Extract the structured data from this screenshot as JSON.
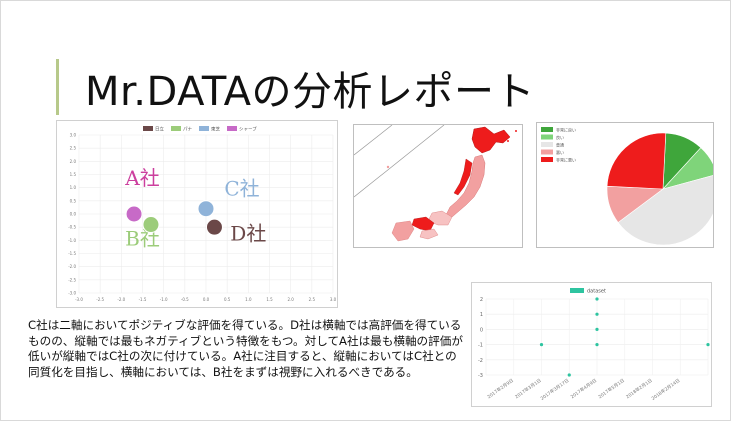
{
  "slide": {
    "title": "Mr.DATAの分析レポート",
    "analysis_text": "C社は二軸においてポジティブな評価を得ている。D社は横軸では高評価を得ているものの、縦軸では最もネガティブという特徴をもつ。対してA社は最も横軸の評価が低いが縦軸ではC社の次に付けている。A社に注目すると、縦軸においてはC社との同質化を目指し、横軸においては、B社をまずは視野に入れるべきである。"
  },
  "colors": {
    "accent_bar": "#b7c98a",
    "company_a": "#cc3f9e",
    "company_b": "#9ccc7a",
    "company_c": "#8fb3d9",
    "company_d": "#6b4848"
  },
  "chart_data": [
    {
      "type": "scatter",
      "subtype": "bubble",
      "legend_position": "top",
      "legend": [
        "日立",
        "パナ",
        "東芝",
        "シャープ"
      ],
      "series": [
        {
          "name": "日立",
          "values": [
            {
              "x": 0.2,
              "y": -0.5
            }
          ],
          "color": "#6b4848"
        },
        {
          "name": "パナ",
          "values": [
            {
              "x": -1.3,
              "y": -0.4
            }
          ],
          "color": "#9ccc7a"
        },
        {
          "name": "東芝",
          "values": [
            {
              "x": 0.0,
              "y": 0.2
            }
          ],
          "color": "#8fb3d9"
        },
        {
          "name": "シャープ",
          "values": [
            {
              "x": -1.7,
              "y": 0.0
            }
          ],
          "color": "#c76ac7"
        }
      ],
      "xlim": [
        -3.0,
        3.0
      ],
      "ylim": [
        -3.0,
        3.0
      ],
      "xticks": [
        "-3.0",
        "-2.5",
        "-2.0",
        "-1.5",
        "-1.0",
        "-0.5",
        "0.0",
        "0.5",
        "1.0",
        "1.5",
        "2.0",
        "2.5",
        "3.0"
      ],
      "yticks": [
        "3.0",
        "2.5",
        "2.0",
        "1.5",
        "1.0",
        "0.5",
        "0.0",
        "-0.5",
        "-1.0",
        "-1.5",
        "-2.0",
        "-2.5",
        "-3.0"
      ],
      "annotations": [
        {
          "text": "A社",
          "x": -1.5,
          "y": 1.1,
          "color": "#cc3f9e"
        },
        {
          "text": "B社",
          "x": -1.5,
          "y": -1.2,
          "color": "#9ccc7a"
        },
        {
          "text": "C社",
          "x": 0.85,
          "y": 0.7,
          "color": "#8fb3d9"
        },
        {
          "text": "D社",
          "x": 1.0,
          "y": -1.0,
          "color": "#6b4848"
        }
      ],
      "grid": true
    },
    {
      "type": "pie",
      "legend_position": "left",
      "slices": [
        {
          "label": "非常に良い",
          "value": 11,
          "color": "#3fa63b"
        },
        {
          "label": "良い",
          "value": 9,
          "color": "#7fd47a"
        },
        {
          "label": "普通",
          "value": 44,
          "color": "#e6e6e6"
        },
        {
          "label": "悪い",
          "value": 11,
          "color": "#f2a0a0"
        },
        {
          "label": "非常に悪い",
          "value": 25,
          "color": "#ee1c1c"
        }
      ]
    },
    {
      "type": "scatter",
      "legend": [
        "dataset"
      ],
      "legend_position": "top",
      "color": "#2ec4a0",
      "yticks": [
        "2",
        "1",
        "0",
        "-1",
        "-2",
        "-3"
      ],
      "ylim": [
        -3,
        2
      ],
      "xticks": [
        "2017年2月9日",
        "2017年3月1日",
        "2017年3月17日",
        "2017年4月9日",
        "2017年5月1日",
        "2018年2月1日",
        "2018年2月14日"
      ],
      "points": [
        {
          "x": 2.0,
          "y": -1
        },
        {
          "x": 3.0,
          "y": -3
        },
        {
          "x": 4.0,
          "y": 1
        },
        {
          "x": 4.0,
          "y": 2
        },
        {
          "x": 4.0,
          "y": 0
        },
        {
          "x": 4.0,
          "y": -1
        },
        {
          "x": 8.0,
          "y": -1
        }
      ],
      "grid": true
    }
  ]
}
